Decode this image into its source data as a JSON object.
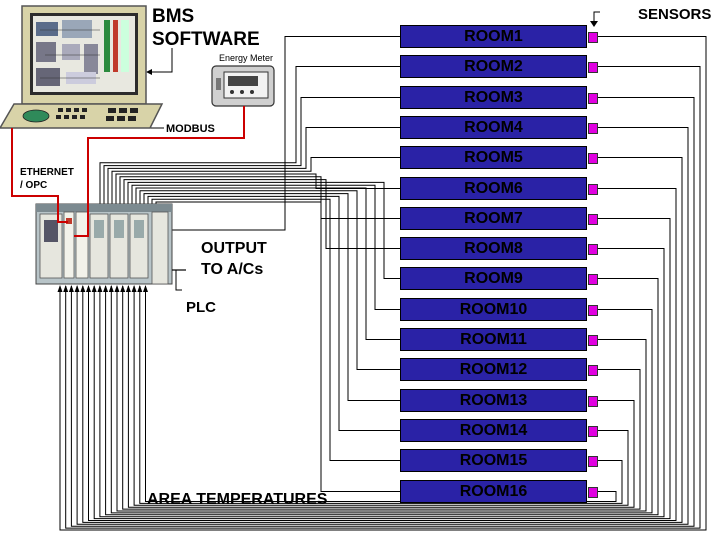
{
  "labels": {
    "bms": "BMS",
    "software": "SOFTWARE",
    "sensors": "SENSORS",
    "energy_meter": "Energy Meter",
    "modbus": "MODBUS",
    "ethernet": "ETHERNET",
    "opc": "/ OPC",
    "output": "OUTPUT",
    "to_acs": "TO A/Cs",
    "plc": "PLC",
    "area_temperatures": "AREA TEMPERATURES"
  },
  "rooms": [
    "ROOM1",
    "ROOM2",
    "ROOM3",
    "ROOM4",
    "ROOM5",
    "ROOM6",
    "ROOM7",
    "ROOM8",
    "ROOM9",
    "ROOM10",
    "ROOM11",
    "ROOM12",
    "ROOM13",
    "ROOM14",
    "ROOM15",
    "ROOM16"
  ],
  "colors": {
    "room_fill": "#2a22a6",
    "sensor_fill": "#e000e0",
    "network_cable": "#cc0000",
    "wire": "#000000",
    "monitor_body": "#d8d3a8",
    "screen": "#e8e8e0"
  },
  "icons": {
    "computer": "bms-computer-icon",
    "meter": "energy-meter-icon",
    "plc": "plc-rack-icon"
  }
}
